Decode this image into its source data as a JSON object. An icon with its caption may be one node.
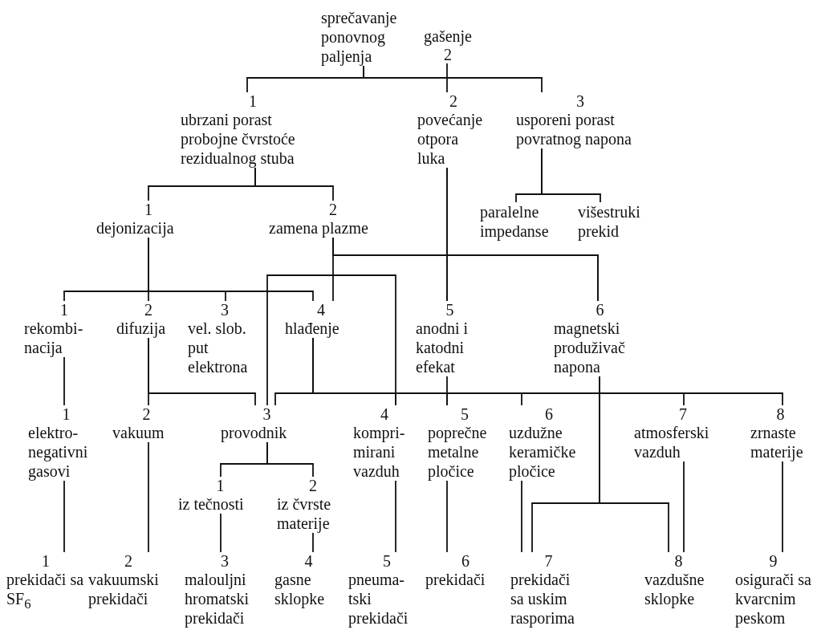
{
  "diagram": {
    "nodes": [
      {
        "text": [
          "sprečavanje ponovnog paljenja"
        ]
      },
      {
        "text": [
          "gašenje",
          "2"
        ]
      },
      {
        "text": [
          "1",
          "ubrzani porast probojne čvrstoće rezidualnog stuba"
        ]
      },
      {
        "text": [
          "2",
          "povećanje otpora luka"
        ]
      },
      {
        "text": [
          "3",
          "usporeni porast povratnog napona"
        ]
      },
      {
        "text": [
          "paralelne impedanse"
        ]
      },
      {
        "text": [
          "višestruki prekid"
        ]
      },
      {
        "text": [
          "1",
          "dejonizacija"
        ]
      },
      {
        "text": [
          "2",
          "zamena plazme"
        ]
      },
      {
        "text": [
          "1",
          "rekombi- nacija"
        ]
      },
      {
        "text": [
          "2",
          "difuzija"
        ]
      },
      {
        "text": [
          "3",
          "vel. slob. put elektrona"
        ]
      },
      {
        "text": [
          "4",
          "hlađenje"
        ]
      },
      {
        "text": [
          "5",
          "anodni i katodni efekat"
        ]
      },
      {
        "text": [
          "6",
          "magnetski produživač napona"
        ]
      },
      {
        "text": [
          "1",
          "elektro- negativni gasovi"
        ]
      },
      {
        "text": [
          "2",
          "vakuum"
        ]
      },
      {
        "text": [
          "3",
          "provodnik"
        ]
      },
      {
        "text": [
          "4",
          "kompri- mirani vazduh"
        ]
      },
      {
        "text": [
          "5",
          "poprečne metalne pločice"
        ]
      },
      {
        "text": [
          "6",
          "uzdužne keramičke pločice"
        ]
      },
      {
        "text": [
          "7",
          "atmosferski vazduh"
        ]
      },
      {
        "text": [
          "8",
          "zrnaste materije"
        ]
      },
      {
        "text": [
          "1",
          "iz tečnosti"
        ]
      },
      {
        "text": [
          "2",
          "iz čvrste materije"
        ]
      },
      {
        "text": [
          "1",
          "prekidači sa SF$_{6}$"
        ]
      },
      {
        "text": [
          "2",
          "vakuumski prekidači"
        ]
      },
      {
        "text": [
          "3",
          "malouljni hromatski prekidači"
        ]
      },
      {
        "text": [
          "4",
          "gasne sklopke"
        ]
      },
      {
        "text": [
          "5",
          "pneuma- tski prekidači"
        ]
      },
      {
        "text": [
          "6",
          "prekidači"
        ]
      },
      {
        "text": [
          "7",
          "prekidači sa uskim rasporima"
        ]
      },
      {
        "text": [
          "8",
          "vazdušne sklopke"
        ]
      },
      {
        "text": [
          "9",
          "osigurači sa kvarcnim peskom"
        ]
      }
    ],
    "edges": [
      {
        "from": 0,
        "to": 2,
        "arrow": "none"
      },
      {
        "from": 0,
        "to": 4,
        "arrow": "none"
      },
      {
        "from": 1,
        "to": 3,
        "arrow": "none"
      },
      {
        "from": 4,
        "to": 5,
        "arrow": "none"
      },
      {
        "from": 4,
        "to": 6,
        "arrow": "none"
      },
      {
        "from": 2,
        "to": 7,
        "arrow": "none"
      },
      {
        "from": 2,
        "to": 8,
        "arrow": "none"
      },
      {
        "from": 7,
        "to": 9,
        "arrow": "none"
      },
      {
        "from": 7,
        "to": 10,
        "arrow": "none"
      },
      {
        "from": 7,
        "to": 11,
        "arrow": "none"
      },
      {
        "from": 7,
        "to": 12,
        "arrow": "none"
      },
      {
        "from": 8,
        "to": 12,
        "arrow": "none"
      },
      {
        "from": 8,
        "to": 13,
        "arrow": "none"
      },
      {
        "from": 8,
        "to": 14,
        "arrow": "none"
      },
      {
        "from": 3,
        "to": 13,
        "arrow": "none"
      },
      {
        "from": 3,
        "to": 14,
        "arrow": "none"
      },
      {
        "from": 17,
        "to": 18,
        "arrow": "none"
      },
      {
        "from": 9,
        "to": 15,
        "arrow": "none"
      },
      {
        "from": 10,
        "to": 16,
        "arrow": "none"
      },
      {
        "from": 10,
        "to": 17,
        "arrow": "none"
      },
      {
        "from": 12,
        "to": 17,
        "arrow": "none"
      },
      {
        "from": 12,
        "to": 18,
        "arrow": "none"
      },
      {
        "from": 12,
        "to": 19,
        "arrow": "none"
      },
      {
        "from": 12,
        "to": 20,
        "arrow": "none"
      },
      {
        "from": 12,
        "to": 21,
        "arrow": "none"
      },
      {
        "from": 12,
        "to": 22,
        "arrow": "none"
      },
      {
        "from": 13,
        "to": 19,
        "arrow": "none"
      },
      {
        "from": 14,
        "to": 31,
        "arrow": "none"
      },
      {
        "from": 14,
        "to": 32,
        "arrow": "none"
      },
      {
        "from": 15,
        "to": 25,
        "arrow": "none"
      },
      {
        "from": 16,
        "to": 26,
        "arrow": "none"
      },
      {
        "from": 17,
        "to": 23,
        "arrow": "none"
      },
      {
        "from": 17,
        "to": 24,
        "arrow": "none"
      },
      {
        "from": 23,
        "to": 27,
        "arrow": "none"
      },
      {
        "from": 24,
        "to": 28,
        "arrow": "none"
      },
      {
        "from": 18,
        "to": 29,
        "arrow": "none"
      },
      {
        "from": 19,
        "to": 30,
        "arrow": "none"
      },
      {
        "from": 20,
        "to": 31,
        "arrow": "none"
      },
      {
        "from": 21,
        "to": 32,
        "arrow": "none"
      },
      {
        "from": 22,
        "to": 33,
        "arrow": "none"
      }
    ]
  }
}
